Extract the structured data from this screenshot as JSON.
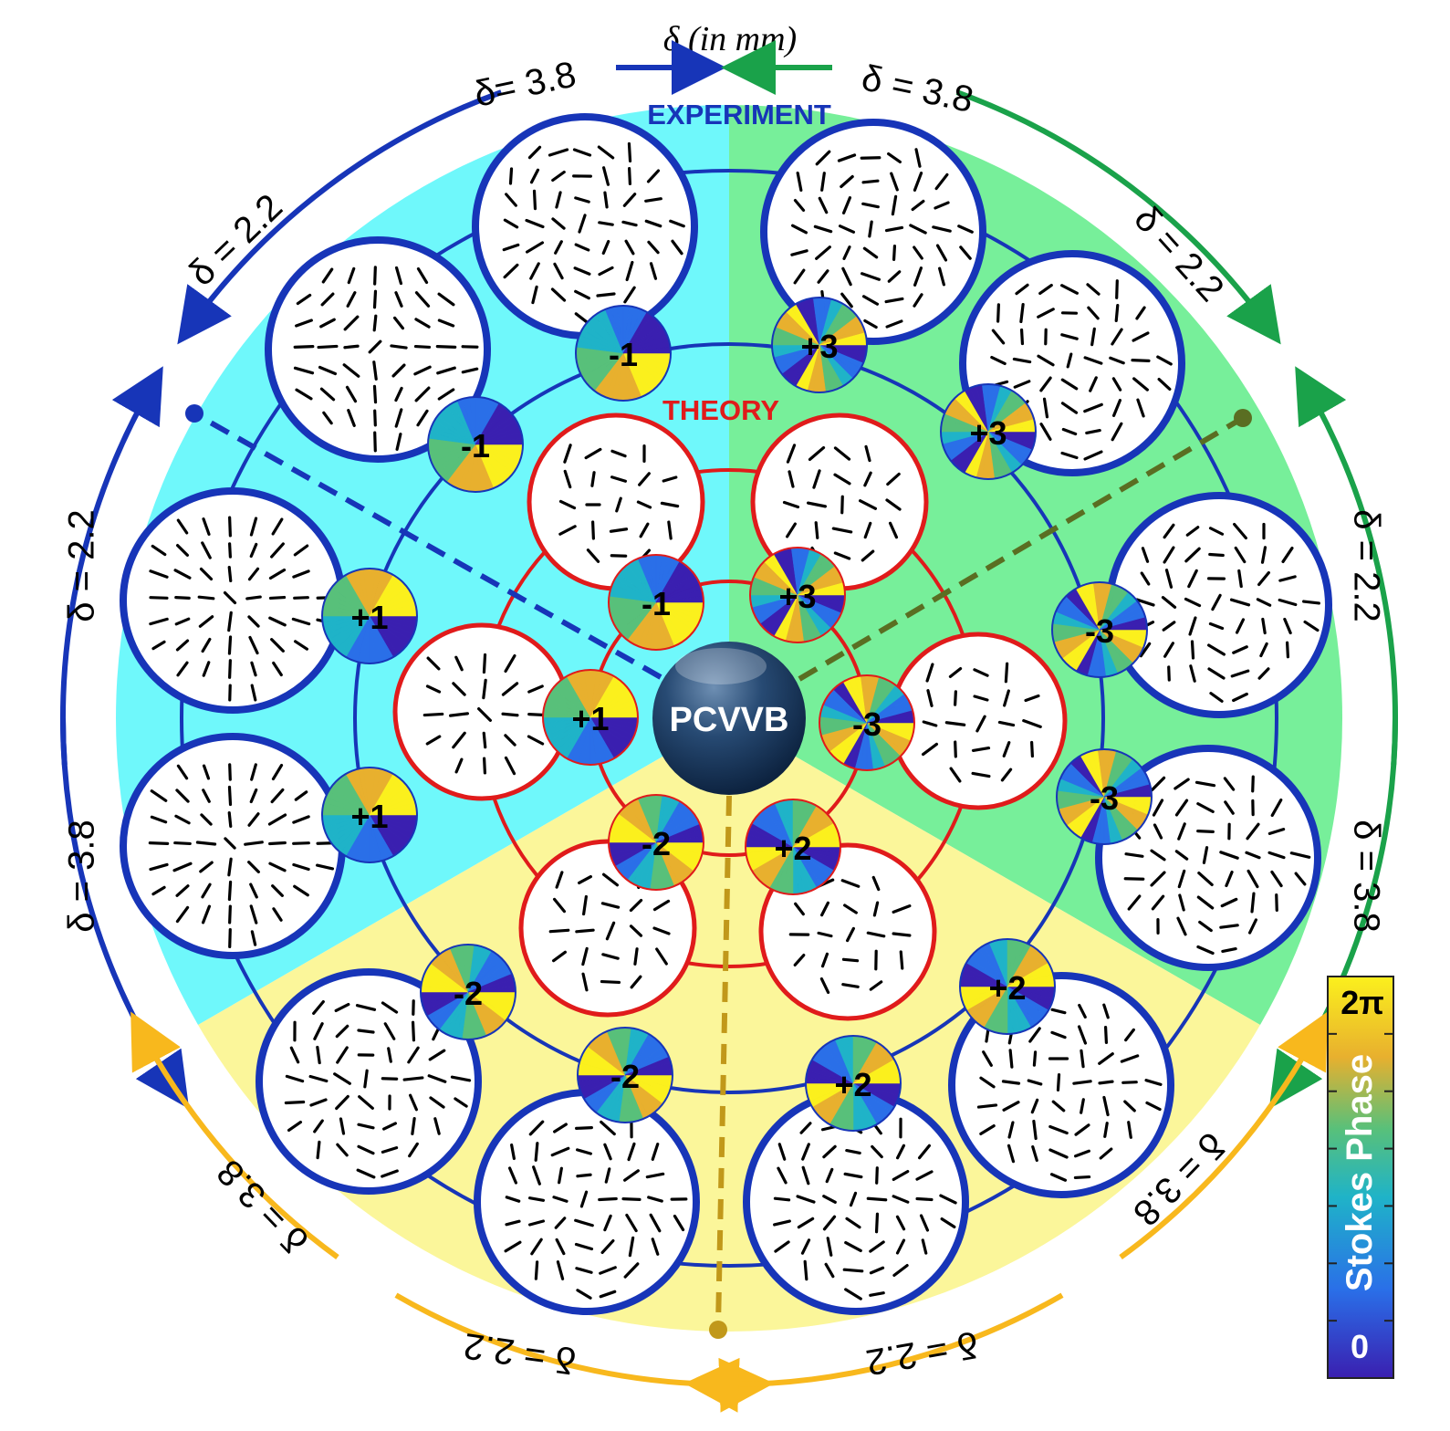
{
  "header": {
    "delta_unit_label": "δ (in mm)"
  },
  "labels": {
    "experiment": "EXPERIMENT",
    "theory": "THEORY",
    "center": "PCVVB"
  },
  "colors": {
    "sector_cyan": "#6ff8fb",
    "sector_green": "#77ef9a",
    "sector_yellow": "#fbf69a",
    "experiment_blue": "#1735b8",
    "theory_red": "#e01b1b",
    "arrow_green": "#1aa24a",
    "arrow_orange": "#f8b81d",
    "dash_green": "#5a6e22",
    "dash_gold": "#c1981a"
  },
  "delta_labels": [
    "δ= 3.8",
    "δ = 2.2",
    "δ = 2.2",
    "δ = 3.8",
    "δ = 3.8",
    "δ = 2.2",
    "δ = 2.2",
    "δ = 3.8",
    "δ = 3.8",
    "δ = 2.2",
    "δ = 2.2",
    "δ = 3.8"
  ],
  "experiment_charges": [
    "-1",
    "-1",
    "+1",
    "+1",
    "-2",
    "-2",
    "+2",
    "+2",
    "-3",
    "-3",
    "+3",
    "+3"
  ],
  "theory_charges": [
    "-1",
    "+3",
    "-3",
    "+2",
    "-2",
    "+1"
  ],
  "colorbar": {
    "title": "Stokes Phase",
    "max_label": "2π",
    "min_label": "0"
  }
}
